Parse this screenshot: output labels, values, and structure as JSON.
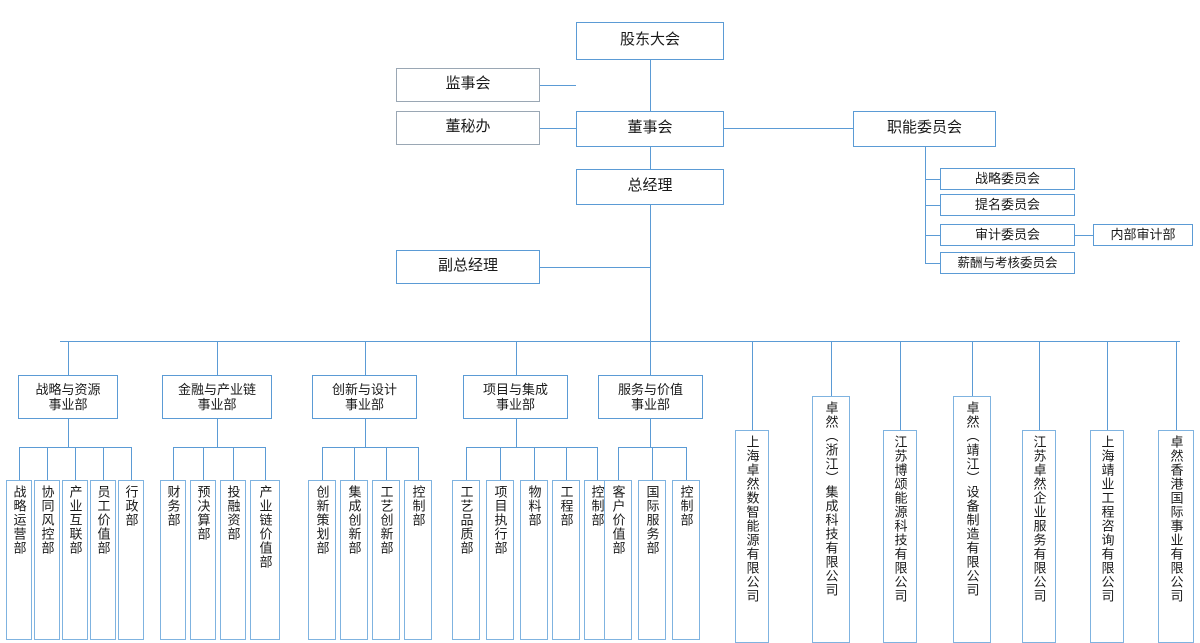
{
  "meta": {
    "title": "公司组织结构图",
    "colors": {
      "border": "#5B9BD5",
      "border_light": "#7FB3E0",
      "border_gray": "#9aa7b4",
      "line": "#5B9BD5",
      "background": "#ffffff",
      "text": "#1a1a1a"
    }
  },
  "governance": {
    "shareholders_meeting": "股东大会",
    "supervisory_board": "监事会",
    "board_secretary_office": "董秘办",
    "board_of_directors": "董事会",
    "functional_committee": "职能委员会",
    "general_manager": "总经理",
    "deputy_general_manager": "副总经理"
  },
  "committees": [
    {
      "label": "战略委员会"
    },
    {
      "label": "提名委员会"
    },
    {
      "label": "审计委员会"
    },
    {
      "label": "薪酬与考核委员会"
    }
  ],
  "internal_audit": "内部审计部",
  "divisions": [
    {
      "label": "战略与资源\n事业部",
      "departments": [
        "战略运营部",
        "协同风控部",
        "产业互联部",
        "员工价值部",
        "行政部"
      ]
    },
    {
      "label": "金融与产业链\n事业部",
      "departments": [
        "财务部",
        "预决算部",
        "投融资部",
        "产业链价值部"
      ]
    },
    {
      "label": "创新与设计\n事业部",
      "departments": [
        "创新策划部",
        "集成创新部",
        "工艺创新部",
        "控制部"
      ]
    },
    {
      "label": "项目与集成\n事业部",
      "departments": [
        "工艺品质部",
        "项目执行部",
        "物料部",
        "工程部",
        "控制部"
      ]
    },
    {
      "label": "服务与价值\n事业部",
      "departments": [
        "客户价值部",
        "国际服务部",
        "控制部"
      ]
    }
  ],
  "subsidiaries": [
    "上海卓然数智能源有限公司",
    "卓然（浙江）集成科技有限公司",
    "江苏博颂能源科技有限公司",
    "卓然（靖江）设备制造有限公司",
    "江苏卓然企业服务有限公司",
    "上海靖业工程咨询有限公司",
    "卓然香港国际事业有限公司"
  ]
}
